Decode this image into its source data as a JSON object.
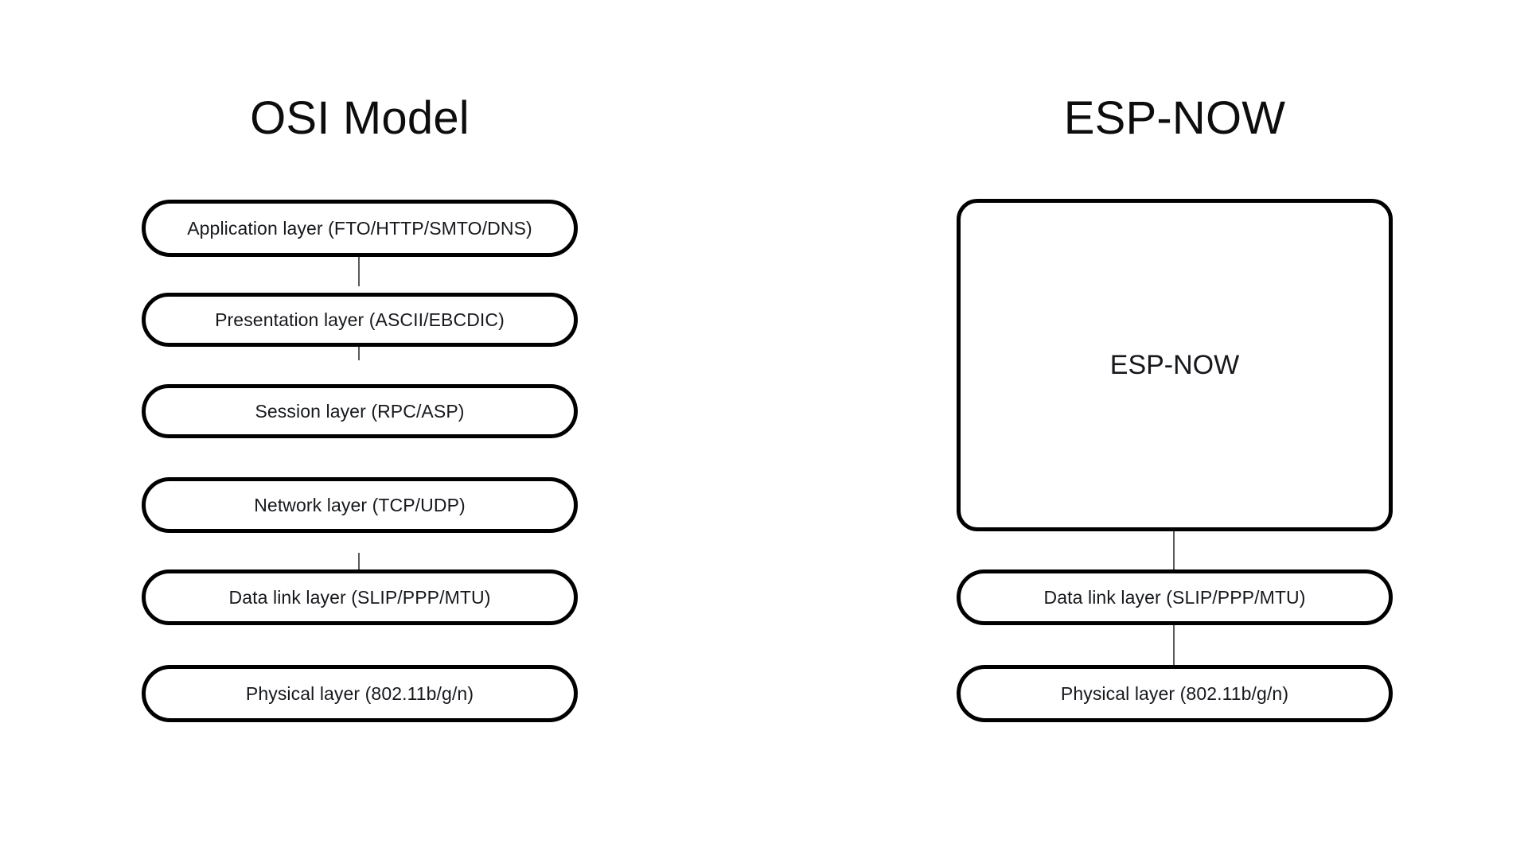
{
  "diagram": {
    "title_left": "OSI Model",
    "title_right": "ESP-NOW",
    "background_color": "#ffffff",
    "stroke_color": "#000000",
    "connector_color": "#5a5a5a",
    "text_color": "#16181c"
  },
  "osi_column": {
    "heading": "OSI Model",
    "layers": [
      {
        "label": "Application layer (FTO/HTTP/SMTO/DNS)"
      },
      {
        "label": "Presentation layer (ASCII/EBCDIC)"
      },
      {
        "label": "Session layer (RPC/ASP)"
      },
      {
        "label": "Network layer (TCP/UDP)"
      },
      {
        "label": "Data link layer (SLIP/PPP/MTU)"
      },
      {
        "label": "Physical layer (802.11b/g/n)"
      }
    ]
  },
  "espnow_column": {
    "heading": "ESP-NOW",
    "block_label": "ESP-NOW",
    "layers": [
      {
        "label": "Data link layer (SLIP/PPP/MTU)"
      },
      {
        "label": "Physical layer (802.11b/g/n)"
      }
    ]
  }
}
